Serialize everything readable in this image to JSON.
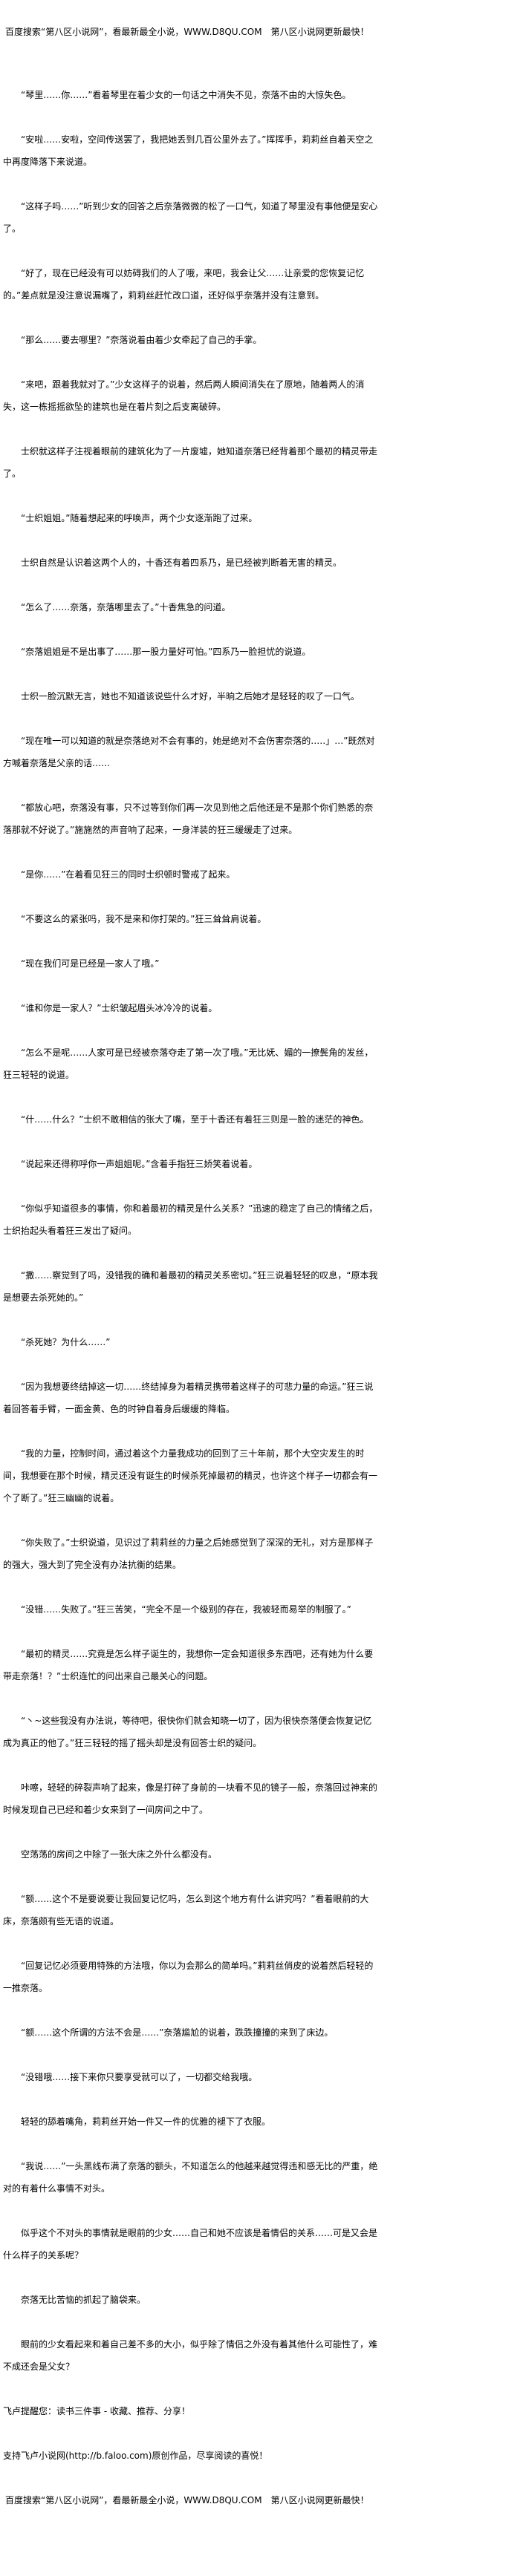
{
  "header": {
    "ad_text": "百度搜索“第八区小说网”，看最新最全小说，WWW.D8QU.COM　第八区小说网更新最快！"
  },
  "paragraphs": [
    "“琴里……你……”看着琴里在着少女的一句话之中消失不见，奈落不由的大惊失色。",
    "“安啦……安啦，空间传送罢了，我把她丢到几百公里外去了。”挥挥手，莉莉丝自着天空之中再度降落下来说道。",
    "“这样子吗……”听到少女的回答之后奈落微微的松了一口气，知道了琴里没有事他便是安心了。",
    "“好了，现在已经没有可以妨碍我们的人了哦，来吧，我会让父……让亲爱的您恢复记忆的。”差点就是没注意说漏嘴了，莉莉丝赶忙改口道，还好似乎奈落并没有注意到。",
    "“那么……要去哪里？”奈落说着由着少女牵起了自己的手掌。",
    "“来吧，跟着我就对了。”少女这样子的说着，然后两人瞬间消失在了原地，随着两人的消失，这一栋摇摇欲坠的建筑也是在着片刻之后支离破碎。",
    "士织就这样子注视着眼前的建筑化为了一片废墟，她知道奈落已经背着那个最初的精灵带走了。",
    "“士织姐姐。”随着想起来的呼唤声，两个少女逐渐跑了过来。",
    "士织自然是认识着这两个人的，十香还有着四系乃，是已经被判断着无害的精灵。",
    "“怎么了……奈落，奈落哪里去了。”十香焦急的问道。",
    "“奈落姐姐是不是出事了……那一股力量好可怕。”四系乃一脸担忧的说道。",
    "士织一脸沉默无言，她也不知道该说些什么才好，半晌之后她才是轻轻的叹了一口气。",
    "“现在唯一可以知道的就是奈落绝对不会有事的，她是绝对不会伤害奈落的…‥」…”既然对方喊着奈落是父亲的话……",
    "“都放心吧，奈落没有事，只不过等到你们再一次见到他之后他还是不是那个你们熟悉的奈落那就不好说了。”施施然的声音响了起来，一身洋装的狂三缓缓走了过来。",
    "“是你……”在着看见狂三的同时士织顿时警戒了起来。",
    "“不要这么的紧张吗，我不是来和你打架的。”狂三耸耸肩说着。",
    "“现在我们可是已经是一家人了哦。”",
    "“谁和你是一家人？”士织皱起眉头冰冷冷的说着。",
    "“怎么不是呢……人家可是已经被奈落夺走了第一次了哦。”无比妩、媚的一撩鬓角的发丝，狂三轻轻的说道。",
    "“什……什么？”士织不敢相信的张大了嘴，至于十香还有着狂三则是一脸的迷茫的神色。",
    "“说起来还得称呼你一声姐姐呢。”含着手指狂三娇笑着说着。",
    "“你似乎知道很多的事情，你和着最初的精灵是什么关系？”迅速的稳定了自己的情绪之后，士织抬起头看着狂三发出了疑问。",
    "“撒……察觉到了吗，没错我的确和着最初的精灵关系密切。”狂三说着轻轻的叹息，“原本我是想要去杀死她的。”",
    "“杀死她？为什么……”",
    "“因为我想要终结掉这一切……终结掉身为着精灵携带着这样子的可悲力量的命运。”狂三说着回答着手臂，一面金黄、色的时钟自着身后缓缓的降临。",
    "“我的力量，控制时间，通过着这个力量我成功的回到了三十年前，那个大空灾发生的时间，我想要在那个时候，精灵还没有诞生的时候杀死掉最初的精灵，也许这个样子一切都会有一个了断了。”狂三幽幽的说着。",
    "“你失败了。”士织说道，见识过了莉莉丝的力量之后她感觉到了深深的无礼，对方是那样子的强大，强大到了完全没有办法抗衡的结果。",
    "“没错……失败了。”狂三苦笑，“完全不是一个级别的存在，我被轻而易举的制服了。”",
    "“最初的精灵……究竟是怎么样子诞生的，我想你一定会知道很多东西吧，还有她为什么要带走奈落！？”士织连忙的问出来自己最关心的问题。",
    "“丶~这些我没有办法说，等待吧，很快你们就会知晓一切了，因为很快奈落便会恢复记忆成为真正的他了。”狂三轻轻的摇了摇头却是没有回答士织的疑问。",
    "咔嚓，轻轻的碎裂声响了起来，像是打碎了身前的一块看不见的镜子一般，奈落回过神来的时候发现自己已经和着少女来到了一间房间之中了。",
    "空荡荡的房间之中除了一张大床之外什么都没有。",
    "“额……这个不是要说要让我回复记忆吗，怎么到这个地方有什么讲究吗？”看着眼前的大床，奈落颇有些无语的说道。",
    "“回复记忆必须要用特殊的方法哦，你以为会那么的简单吗。”莉莉丝俏皮的说着然后轻轻的一推奈落。",
    "“额……这个所谓的方法不会是……”奈落尴尬的说着，跌跌撞撞的来到了床边。",
    "“没错哦……接下来你只要享受就可以了，一切都交给我哦。",
    "轻轻的舔着嘴角，莉莉丝开始一件又一件的优雅的褪下了衣服。",
    "“我说……”一头黑线布满了奈落的额头，不知道怎么的他越来越觉得违和感无比的严重，绝对的有着什么事情不对头。",
    "似乎这个不对头的事情就是眼前的少女……自己和她不应该是着情侣的关系……可是又会是什么样子的关系呢？",
    "奈落无比苦恼的抓起了脑袋来。",
    "眼前的少女看起来和着自己差不多的大小，似乎除了情侣之外没有着其他什么可能性了，难不成还会是父女？"
  ],
  "footer": {
    "reminder": "飞卢提醒您：读书三件事 - 收藏、推荐、分享！",
    "support": "支持飞卢小说网(http://b.faloo.com)原创作品，尽享阅读的喜悦！",
    "ad_text": "百度搜索“第八区小说网”，看最新最全小说，WWW.D8QU.COM　第八区小说网更新最快！"
  }
}
